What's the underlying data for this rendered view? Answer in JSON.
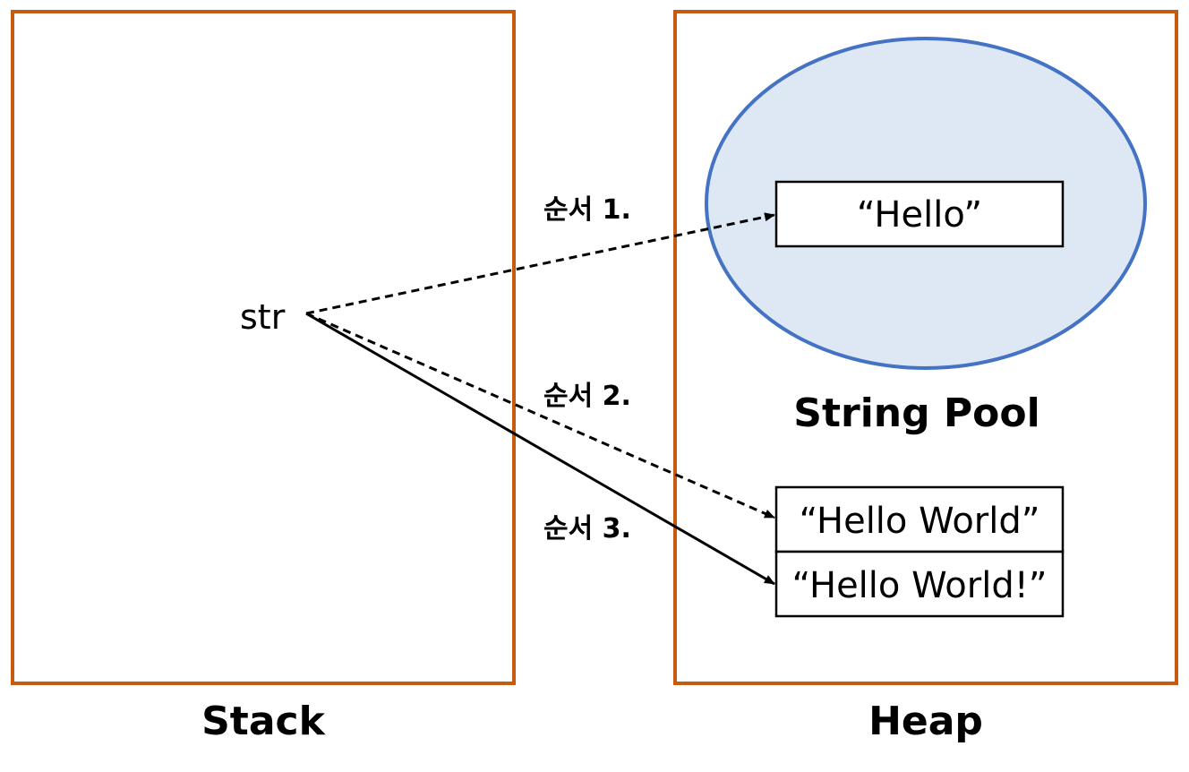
{
  "regions": {
    "stack_label": "Stack",
    "heap_label": "Heap",
    "pool_label": "String Pool"
  },
  "variable": {
    "name": "str"
  },
  "values": {
    "pool_value": "“Hello”",
    "heap_value_1": "“Hello World”",
    "heap_value_2": "“Hello World!”"
  },
  "steps": {
    "step_1": "순서 1.",
    "step_2": "순서 2.",
    "step_3": "순서 3."
  },
  "colors": {
    "region_border": "#c55a11",
    "pool_fill": "#dee8f5",
    "pool_border": "#4472c4"
  }
}
